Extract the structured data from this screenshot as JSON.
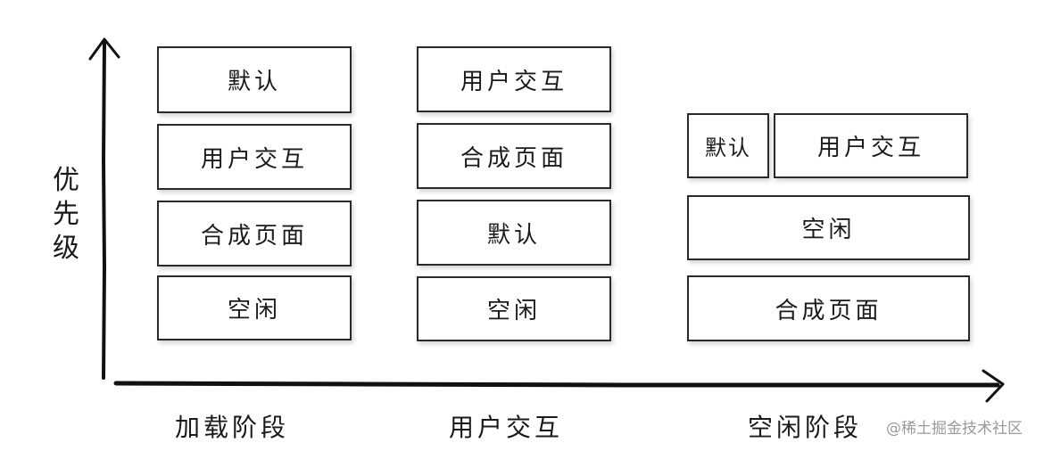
{
  "y_axis_label": "优\n先\n级",
  "columns": [
    {
      "label": "加载阶段",
      "boxes": [
        "默认",
        "用户交互",
        "合成页面",
        "空闲"
      ]
    },
    {
      "label": "用户交互",
      "boxes": [
        "用户交互",
        "合成页面",
        "默认",
        "空闲"
      ]
    },
    {
      "label": "空闲阶段",
      "top_row": [
        "默认",
        "用户交互"
      ],
      "boxes": [
        "空闲",
        "合成页面"
      ]
    }
  ],
  "watermark": "@稀土掘金技术社区"
}
